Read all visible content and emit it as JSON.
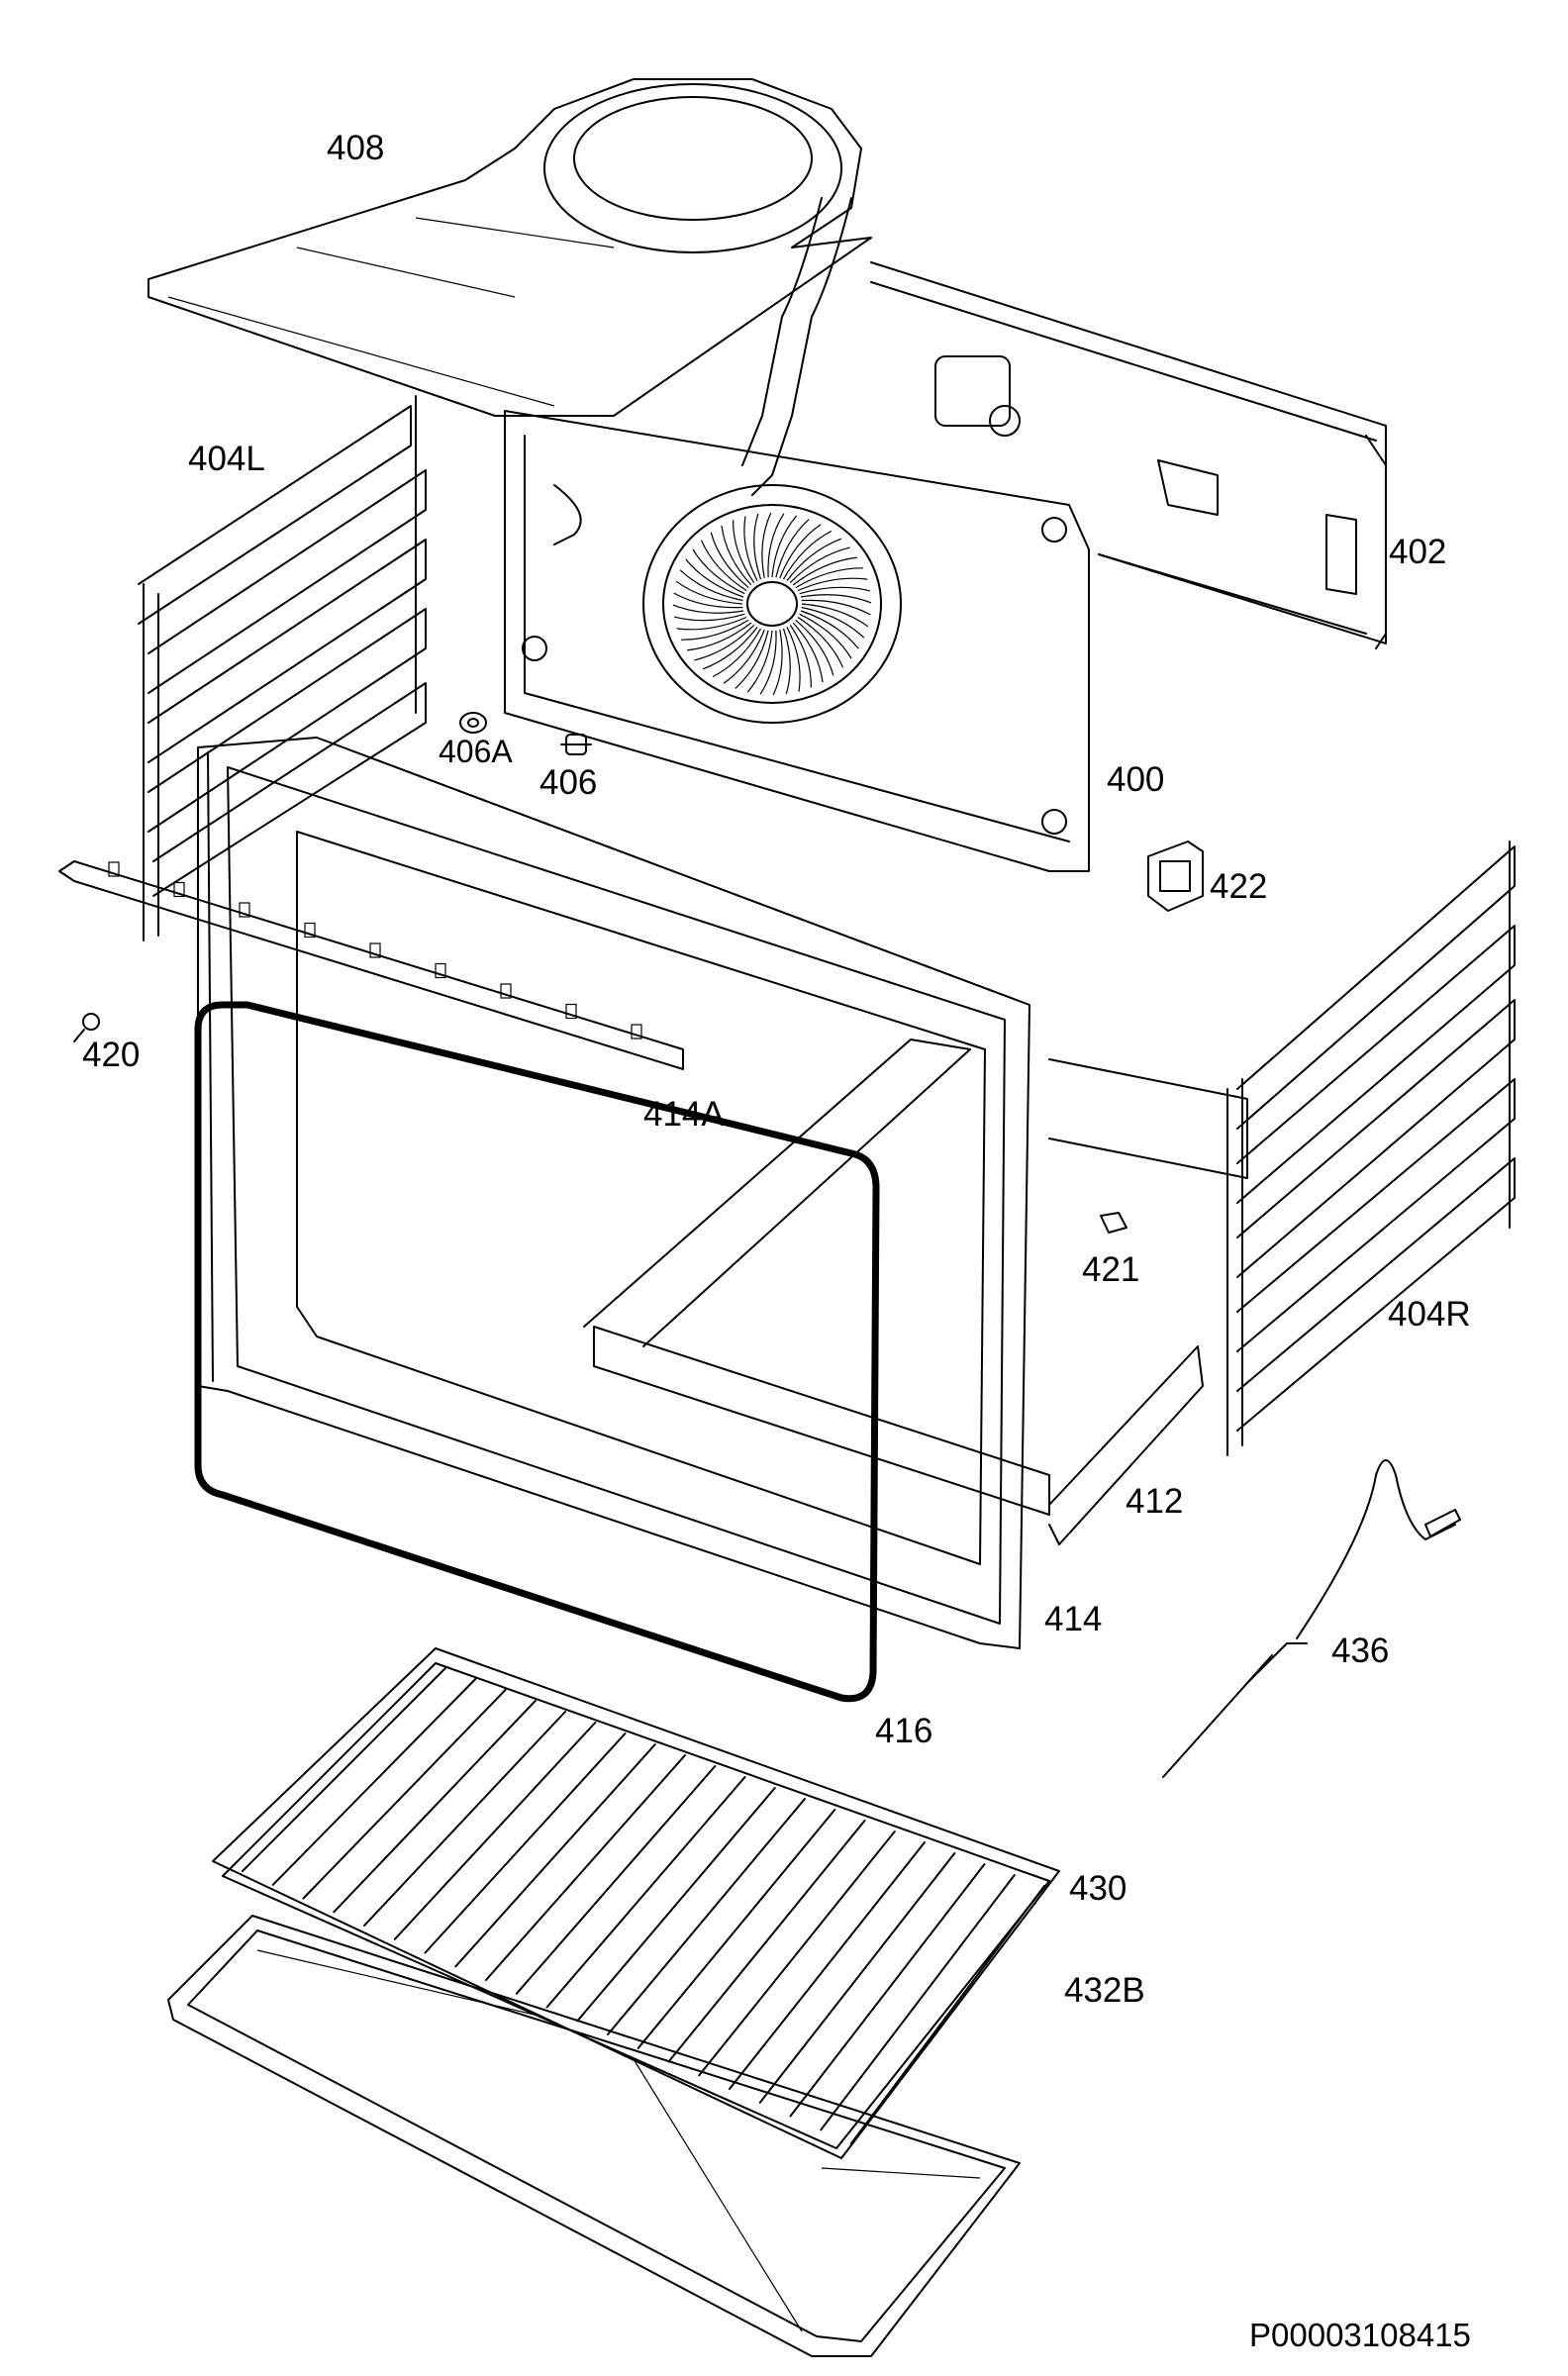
{
  "labels": {
    "p408": "408",
    "p404L": "404L",
    "p402": "402",
    "p406A": "406A",
    "p406": "406",
    "p400": "400",
    "p422": "422",
    "p420": "420",
    "p414A": "414A",
    "p421": "421",
    "p404R": "404R",
    "p412": "412",
    "p414": "414",
    "p436": "436",
    "p416": "416",
    "p430": "430",
    "p432B": "432B"
  },
  "drawing_code": "P00003108415",
  "colors": {
    "line": "#000000",
    "background": "#ffffff"
  }
}
